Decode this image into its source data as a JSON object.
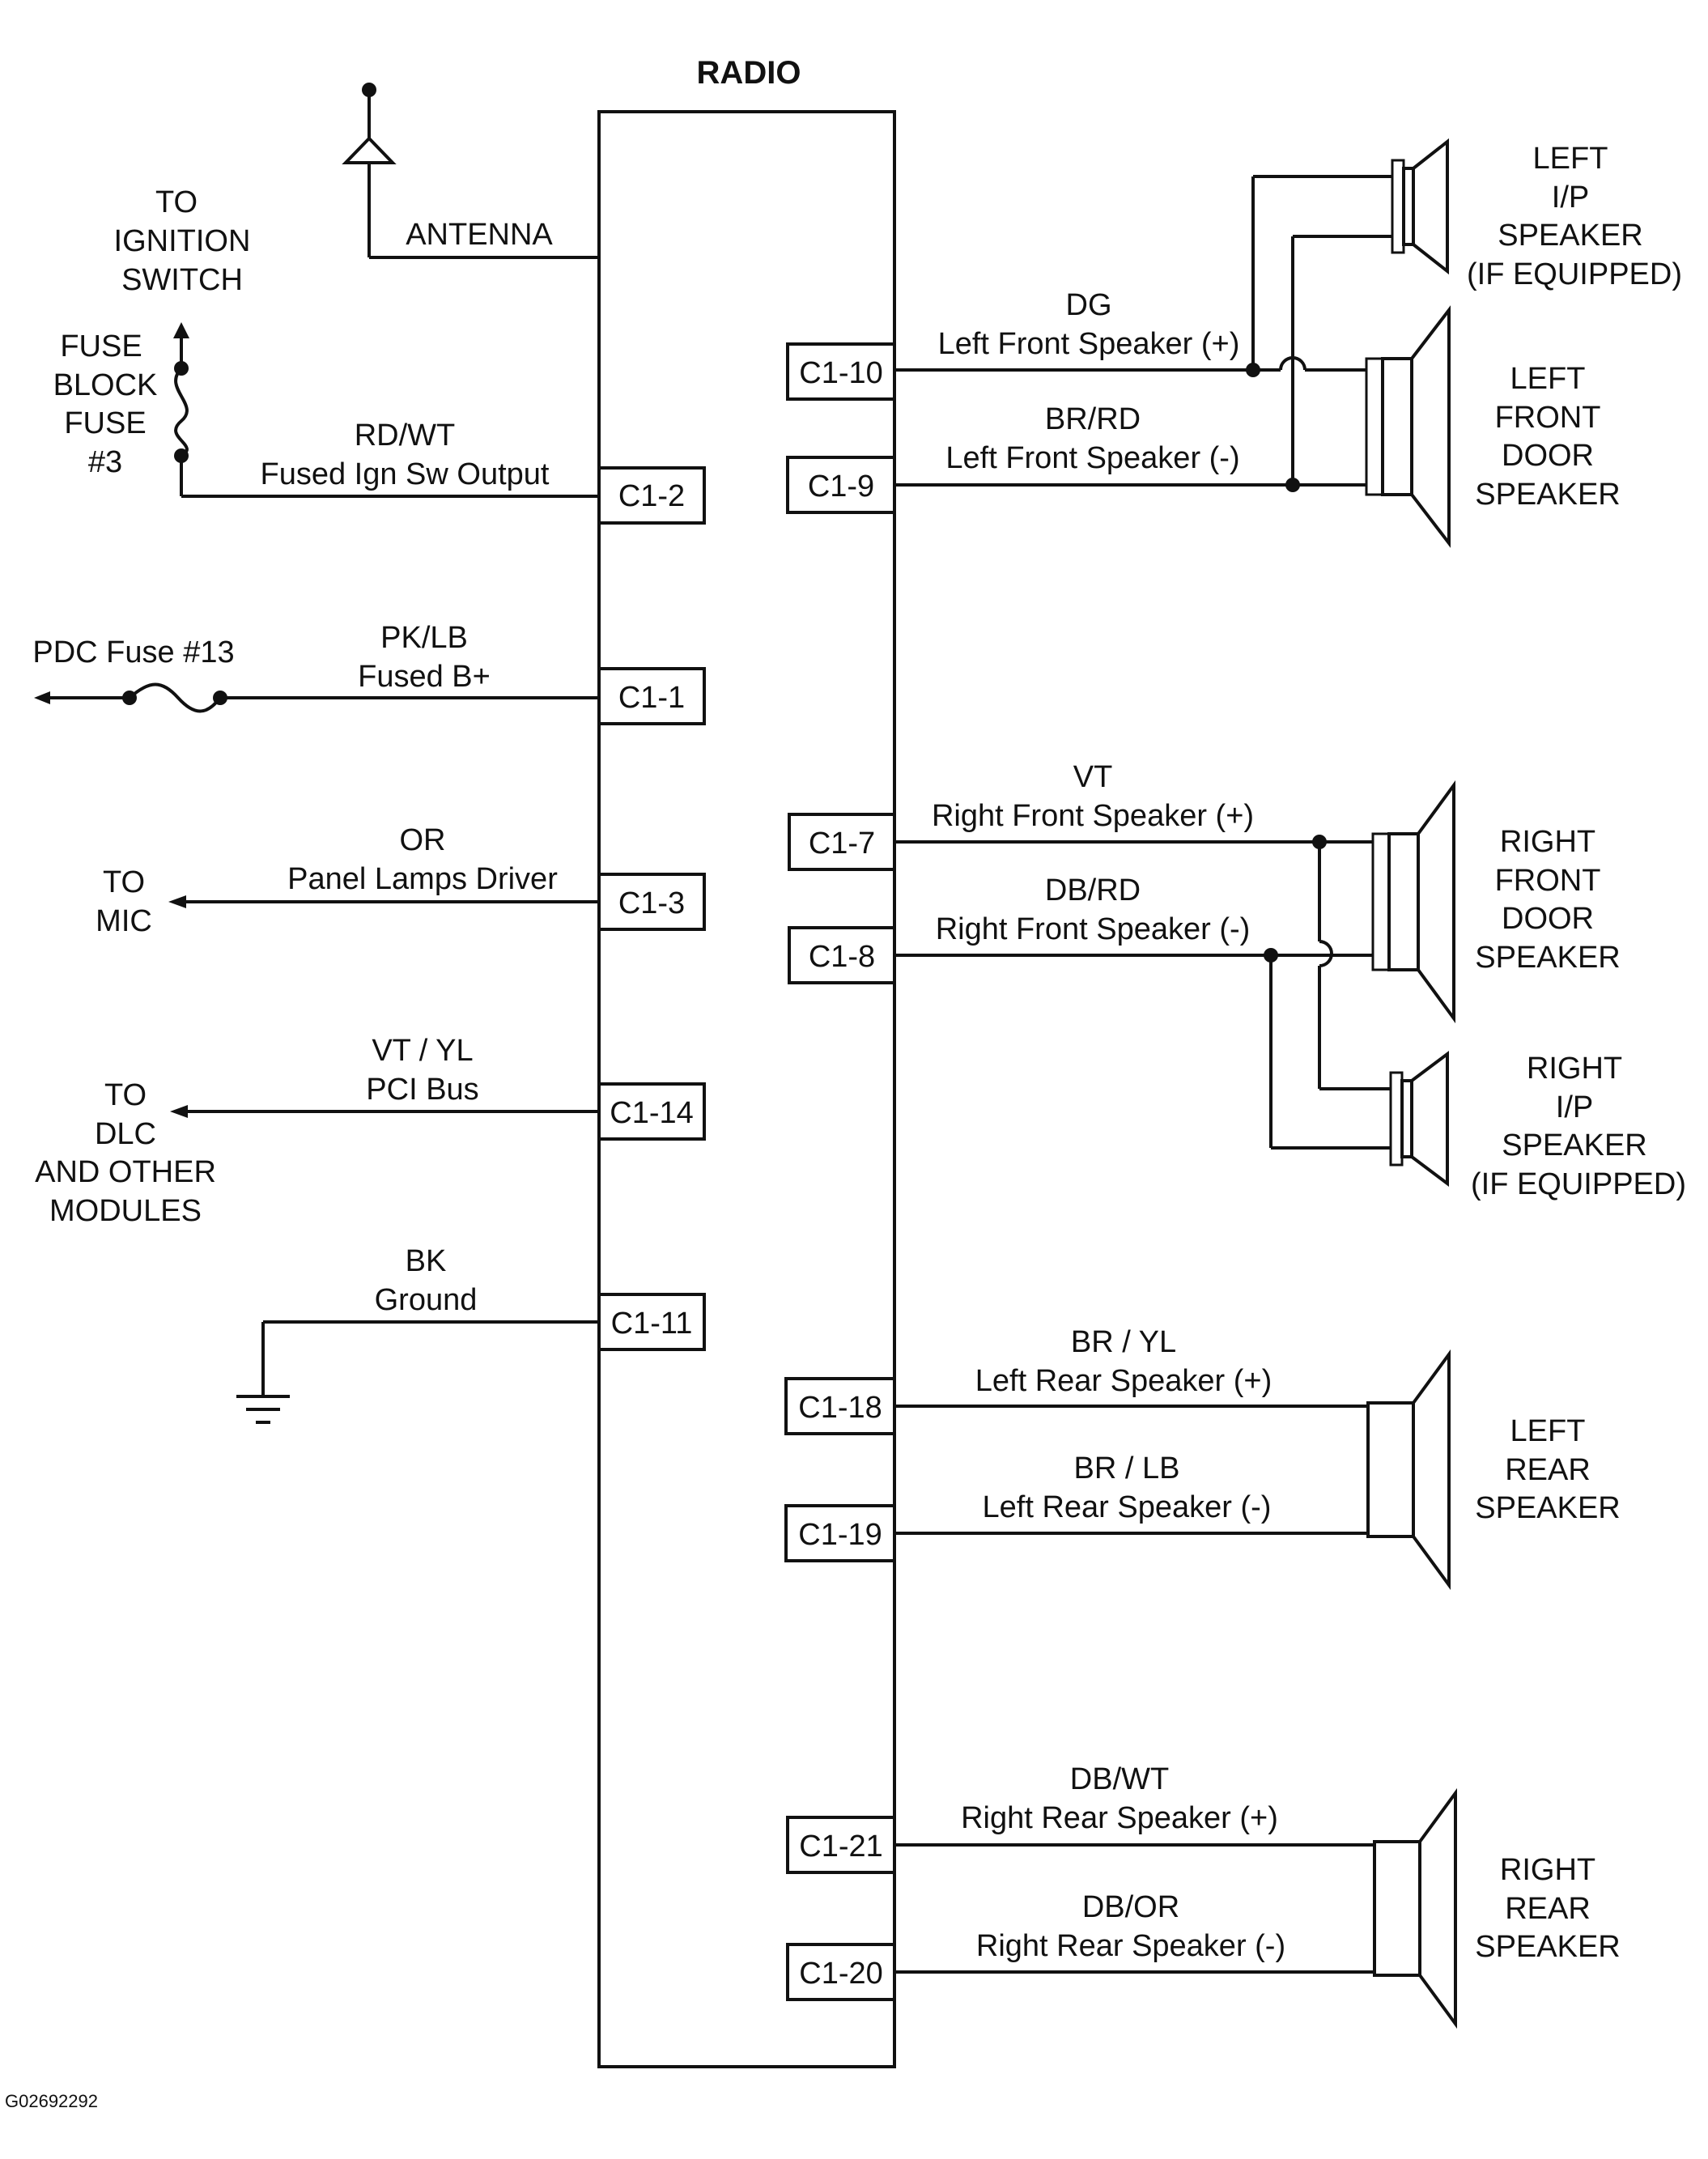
{
  "radio": {
    "title": "RADIO"
  },
  "antenna": {
    "label": "ANTENNA"
  },
  "ignition": {
    "to_lines": [
      "TO",
      "IGNITION",
      "SWITCH"
    ],
    "fuse_lines": [
      "FUSE",
      "BLOCK",
      "FUSE",
      "#3"
    ],
    "wire_color": "RD/WT",
    "circuit": "Fused Ign Sw Output",
    "pin": "C1-2"
  },
  "battery": {
    "source": "PDC Fuse #13",
    "wire_color": "PK/LB",
    "circuit": "Fused B+",
    "pin": "C1-1"
  },
  "panel_lamps": {
    "to_lines": [
      "TO",
      "MIC"
    ],
    "wire_color": "OR",
    "circuit": "Panel Lamps Driver",
    "pin": "C1-3"
  },
  "pci_bus": {
    "to_lines": [
      "TO",
      "DLC",
      "AND OTHER",
      "MODULES"
    ],
    "wire_color": "VT / YL",
    "circuit": "PCI Bus",
    "pin": "C1-14"
  },
  "ground": {
    "wire_color": "BK",
    "circuit": "Ground",
    "pin": "C1-11"
  },
  "left_front": {
    "pos_color": "DG",
    "pos_circuit": "Left Front Speaker (+)",
    "pos_pin": "C1-10",
    "neg_color": "BR/RD",
    "neg_circuit": "Left Front Speaker (-)",
    "neg_pin": "C1-9",
    "door_speaker_lines": [
      "LEFT",
      "FRONT",
      "DOOR",
      "SPEAKER"
    ],
    "ip_speaker_lines": [
      "LEFT",
      "I/P",
      "SPEAKER",
      "(IF EQUIPPED)"
    ]
  },
  "right_front": {
    "pos_color": "VT",
    "pos_circuit": "Right Front Speaker (+)",
    "pos_pin": "C1-7",
    "neg_color": "DB/RD",
    "neg_circuit": "Right Front Speaker (-)",
    "neg_pin": "C1-8",
    "door_speaker_lines": [
      "RIGHT",
      "FRONT",
      "DOOR",
      "SPEAKER"
    ],
    "ip_speaker_lines": [
      "RIGHT",
      "I/P",
      "SPEAKER",
      "(IF EQUIPPED)"
    ]
  },
  "left_rear": {
    "pos_color": "BR / YL",
    "pos_circuit": "Left Rear Speaker (+)",
    "pos_pin": "C1-18",
    "neg_color": "BR / LB",
    "neg_circuit": "Left Rear Speaker (-)",
    "neg_pin": "C1-19",
    "speaker_lines": [
      "LEFT",
      "REAR",
      "SPEAKER"
    ]
  },
  "right_rear": {
    "pos_color": "DB/WT",
    "pos_circuit": "Right Rear Speaker (+)",
    "pos_pin": "C1-21",
    "neg_color": "DB/OR",
    "neg_circuit": "Right Rear Speaker (-)",
    "neg_pin": "C1-20",
    "speaker_lines": [
      "RIGHT",
      "REAR",
      "SPEAKER"
    ]
  },
  "figure_id": "G02692292"
}
